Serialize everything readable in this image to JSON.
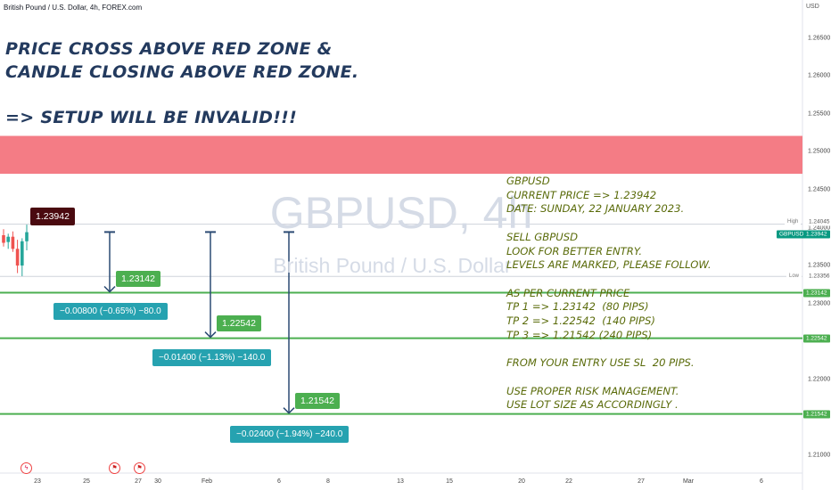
{
  "symbol_title": "British Pound / U.S. Dollar, 4h, FOREX.com",
  "currency_unit": "USD",
  "banner": {
    "line1": "PRICE CROSS ABOVE RED ZONE &",
    "line2": "CANDLE CLOSING ABOVE RED ZONE.",
    "line3": "=> SETUP WILL BE INVALID!!!"
  },
  "watermark": {
    "symbol": "GBPUSD, 4h",
    "name": "British Pound / U.S. Dollar"
  },
  "notes": [
    "GBPUSD",
    "CURRENT PRICE => 1.23942",
    "DATE: SUNDAY, 22 JANUARY 2023.",
    "",
    "SELL GBPUSD",
    "LOOK FOR BETTER ENTRY.",
    "LEVELS ARE MARKED, PLEASE FOLLOW.",
    "",
    "AS PER CURRENT PRICE",
    "TP 1 => 1.23142  (80 PIPS)",
    "TP 2 => 1.22542  (140 PIPS)",
    "TP 3 => 1.21542 (240 PIPS)",
    "",
    "FROM YOUR ENTRY USE SL  20 PIPS.",
    "",
    "USE PROPER RISK MANAGEMENT.",
    "USE LOT SIZE AS ACCORDINGLY ."
  ],
  "colors": {
    "red_zone": "#f47c85",
    "tp_line": "#4caf50",
    "arrow": "#2b4a73",
    "candle_up": "#26a69a",
    "candle_down": "#ef5350",
    "current_tag": "#089981"
  },
  "price_tags": {
    "high_label": "High",
    "high_value": "1.24045",
    "current_symbol": "GBPUSD",
    "current_value": "1.23942",
    "low_label": "Low",
    "low_value": "1.23356",
    "tp_values": [
      "1.23142",
      "1.22542",
      "1.21542"
    ]
  },
  "callouts": {
    "current_price": "1.23942",
    "targets": [
      {
        "price": "1.23142",
        "change": "−0.00800 (−0.65%) −80.0"
      },
      {
        "price": "1.22542",
        "change": "−0.01400 (−1.13%) −140.0"
      },
      {
        "price": "1.21542",
        "change": "−0.02400 (−1.94%) −240.0"
      }
    ]
  },
  "event_icons": [
    "lightning-icon",
    "us-flag-icon",
    "us-flag-icon"
  ],
  "chart_data": {
    "type": "line",
    "title": "GBPUSD, 4h",
    "subtitle": "British Pound / U.S. Dollar",
    "ylim": [
      1.2075,
      1.2685
    ],
    "y_ticks": [
      "1.26500",
      "1.26000",
      "1.25500",
      "1.25000",
      "1.24500",
      "1.24000",
      "1.23500",
      "1.23000",
      "1.22500",
      "1.22000",
      "1.21500",
      "1.21000"
    ],
    "x_ticks": [
      "23",
      "25",
      "27",
      "30",
      "Feb",
      "6",
      "8",
      "13",
      "15",
      "20",
      "22",
      "27",
      "Mar",
      "6"
    ],
    "red_zone": [
      1.2471,
      1.2521
    ],
    "current_price": 1.23942,
    "high": 1.24045,
    "low": 1.23356,
    "targets": [
      1.23142,
      1.22542,
      1.21542
    ],
    "candles": [
      {
        "o": 1.239,
        "h": 1.2398,
        "l": 1.2375,
        "c": 1.238
      },
      {
        "o": 1.2381,
        "h": 1.2392,
        "l": 1.2372,
        "c": 1.2388
      },
      {
        "o": 1.2388,
        "h": 1.2395,
        "l": 1.2368,
        "c": 1.2372
      },
      {
        "o": 1.2372,
        "h": 1.2384,
        "l": 1.234,
        "c": 1.235
      },
      {
        "o": 1.235,
        "h": 1.2386,
        "l": 1.2336,
        "c": 1.2382
      },
      {
        "o": 1.2382,
        "h": 1.2404,
        "l": 1.237,
        "c": 1.2394
      }
    ]
  }
}
